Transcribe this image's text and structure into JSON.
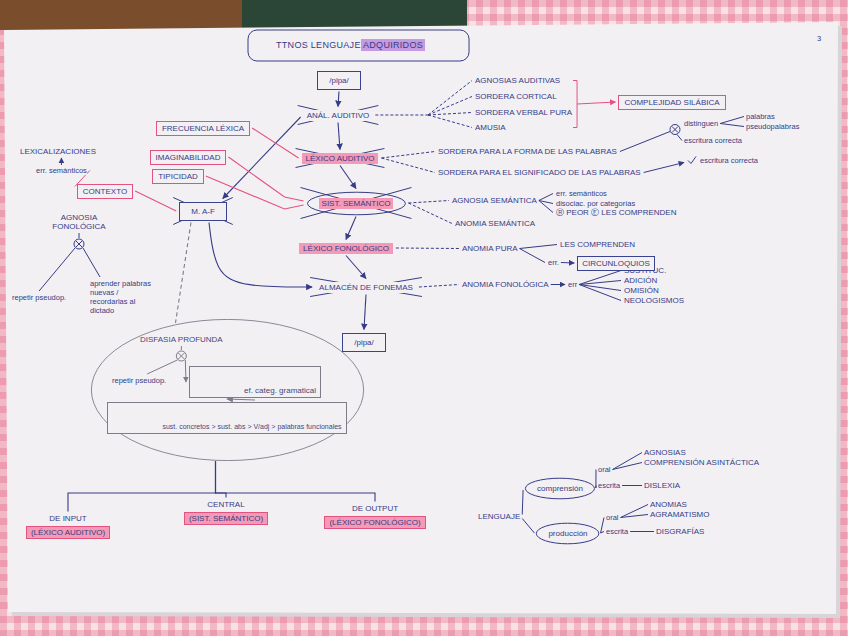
{
  "diagram": {
    "title": "TTNOS LENGUAJE ADQUIRIDOS",
    "nodes": [
      {
        "text": [
          "/pipa/"
        ]
      },
      {
        "text": [
          "ANÁL. AUDITIVO"
        ]
      },
      {
        "text": [
          "LÉXICO AUDITIVO"
        ]
      },
      {
        "text": [
          "SIST. SEMÁNTICO"
        ]
      },
      {
        "text": [
          "LÉXICO FONOLÓGICO"
        ]
      },
      {
        "text": [
          "ALMACÉN DE FONEMAS"
        ]
      },
      {
        "text": [
          "/pipa/"
        ]
      },
      {
        "text": [
          "COMPLEJIDAD SILÁBICA"
        ]
      },
      {
        "text": [
          "FRECUENCIA LÉXICA"
        ]
      },
      {
        "text": [
          "IMAGINABILIDAD"
        ]
      },
      {
        "text": [
          "TIPICIDAD"
        ]
      },
      {
        "text": [
          "CONTEXTO"
        ]
      },
      {
        "text": [
          "M. A-F"
        ]
      },
      {
        "text": [
          "DISFASIA PROFUNDA"
        ]
      },
      {
        "text": [
          "ef. categ. gramatical"
        ],
        "in": 13
      },
      {
        "text": [
          "sust. concretos > sust. abs > V/adj > palabras funcionales"
        ],
        "in": 13
      },
      {
        "text": [
          "DE INPUT",
          "(LÉXICO AUDITIVO)"
        ]
      },
      {
        "text": [
          "CENTRAL",
          "(SIST. SEMÁNTICO)"
        ]
      },
      {
        "text": [
          "DE OUTPUT",
          "(LÉXICO FONOLÓGICO)"
        ]
      },
      {
        "text": [
          "comprensión"
        ]
      },
      {
        "text": [
          "producción"
        ]
      },
      {
        "text": [
          "CIRCUNLOQUIOS"
        ]
      }
    ],
    "edges": [
      {
        "from": 0,
        "to": 1,
        "arrow": "to"
      },
      {
        "from": 1,
        "to": 2,
        "arrow": "to"
      },
      {
        "from": 2,
        "to": 3,
        "arrow": "to"
      },
      {
        "from": 3,
        "to": 4,
        "arrow": "to"
      },
      {
        "from": 4,
        "to": 5,
        "arrow": "to"
      },
      {
        "from": 5,
        "to": 6,
        "arrow": "to"
      },
      {
        "from": 1,
        "to": 12,
        "arrow": "to"
      },
      {
        "from": 12,
        "to": 5,
        "arrow": "to"
      },
      {
        "from": 8,
        "to": 2,
        "arrow": "none"
      },
      {
        "from": 9,
        "to": 3,
        "arrow": "none"
      },
      {
        "from": 10,
        "to": 3,
        "arrow": "none"
      },
      {
        "from": 11,
        "to": 12,
        "arrow": "none"
      },
      {
        "from": 12,
        "to": 13,
        "arrow": "none"
      },
      {
        "from": 14,
        "to": 15,
        "arrow": "to"
      },
      {
        "from": 13,
        "to": 16,
        "arrow": "none"
      },
      {
        "from": 13,
        "to": 17,
        "arrow": "none"
      },
      {
        "from": 13,
        "to": 18,
        "arrow": "none"
      }
    ],
    "labels": [
      "3",
      "AGNOSIAS AUDITIVAS",
      "SORDERA CORTICAL",
      "SORDERA VERBAL PURA",
      "AMUSIA",
      "LEXICALIZACIONES",
      "err. semánticos",
      "SORDERA PARA LA FORMA DE LAS PALABRAS",
      "distinguen",
      "palabras",
      "pseudopalabras",
      "escritura correcta",
      "SORDERA PARA EL SIGNIFICADO DE LAS PALABRAS",
      "escritura correcta",
      "AGNOSIA SEMÁNTICA",
      "err. semánticos",
      "disociac. por categorías",
      "Ⓡ PEOR Ⓔ LES COMPRENDEN",
      "AGNOSIA FONOLÓGICA",
      "ANOMIA SEMÁNTICA",
      "ANOMIA PURA",
      "LES COMPRENDEN",
      "err.",
      "ANOMIA FONOLÓGICA",
      "err",
      "SUSTITUC.",
      "ADICIÓN",
      "OMISIÓN",
      "NEOLOGISMOS",
      "repetir pseudop.",
      "aprender palabras nuevas / recordarlas al dictado",
      "repetir pseudop.",
      "LENGUAJE",
      "AGNOSIAS",
      "COMPRENSIÓN ASINTÁCTICA",
      "oral",
      "escrita",
      "DISLEXIA",
      "ANOMIAS",
      "AGRAMATISMO",
      "oral",
      "escrita",
      "DISGRAFÍAS"
    ]
  }
}
